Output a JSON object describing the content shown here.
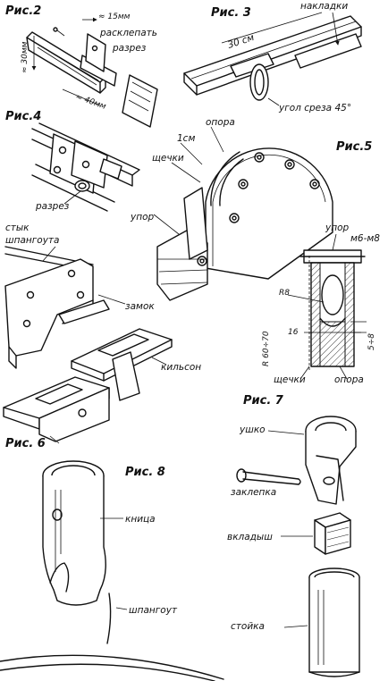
{
  "fig2": {
    "title": "Рис.2",
    "dim_15": "≈ 15мм",
    "raskleplat": "расклепать",
    "razrez": "разрез",
    "dim_30": "≈ 30мм",
    "dim_40": "≈ 40мм"
  },
  "fig3": {
    "title": "Рис. 3",
    "nakladki": "накладки",
    "dim_30cm": "30 см",
    "ugol": "угол среза 45°"
  },
  "fig4": {
    "title": "Рис.4",
    "razrez": "разрез"
  },
  "fig5": {
    "title": "Рис.5",
    "opora": "опора",
    "dim_1cm": "1см",
    "shchechki": "щечки",
    "upor": "упор",
    "upor_section": "упор",
    "bolt": "м6-м8",
    "r8": "R8",
    "r60": "R 60÷70",
    "dim_16": "16",
    "dim_5_8": "5÷8",
    "shchechki_section": "щечки",
    "opora_section": "опора"
  },
  "fig6": {
    "title": "Рис. 6",
    "styk_line1": "стык",
    "styk_line2": "шпангоута",
    "zamok": "замок",
    "kilson": "кильсон"
  },
  "fig7": {
    "title": "Рис. 7",
    "ushko": "ушко",
    "zaklepka": "заклепка",
    "vkladysh": "вкладыш",
    "stoyka": "стойка"
  },
  "fig8": {
    "title": "Рис. 8",
    "knitsa": "кница",
    "shpangout": "шпангоут"
  }
}
